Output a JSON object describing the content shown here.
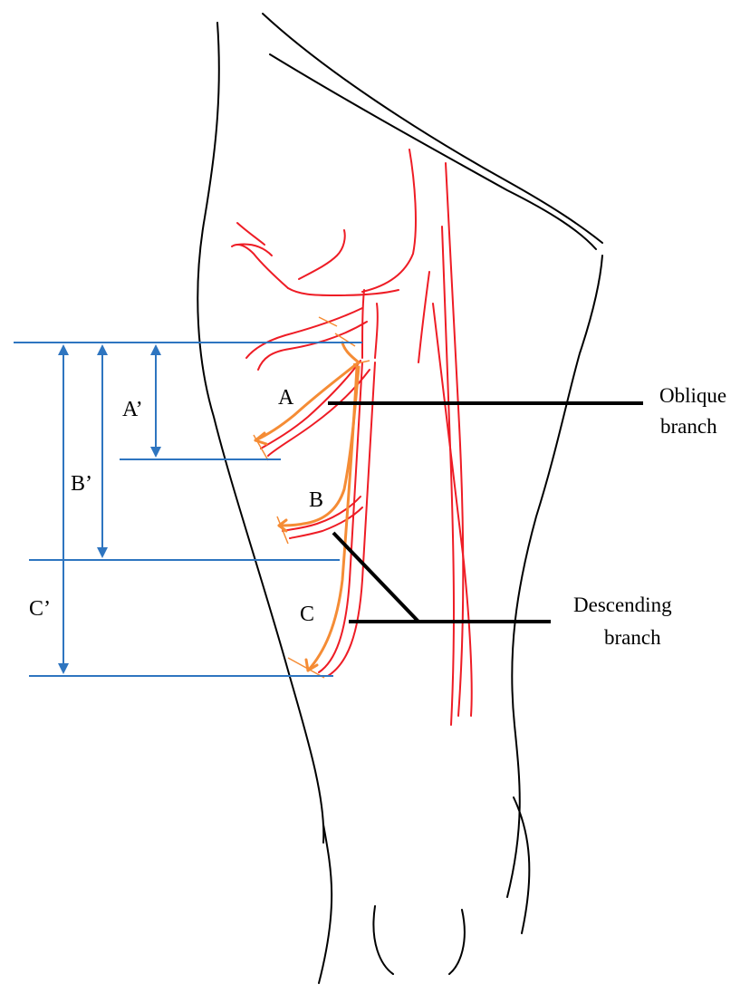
{
  "colors": {
    "outline": "#000000",
    "vessel": "#ee1c25",
    "flap": "#f58c35",
    "measure": "#2e75c0",
    "leader": "#000000"
  },
  "labels": {
    "a": "A",
    "b": "B",
    "c": "C",
    "a_prime": "A’",
    "b_prime": "B’",
    "c_prime": "C’",
    "oblique_line1": "Oblique",
    "oblique_line2": "branch",
    "descending_line1": "Descending",
    "descending_line2": "branch"
  }
}
